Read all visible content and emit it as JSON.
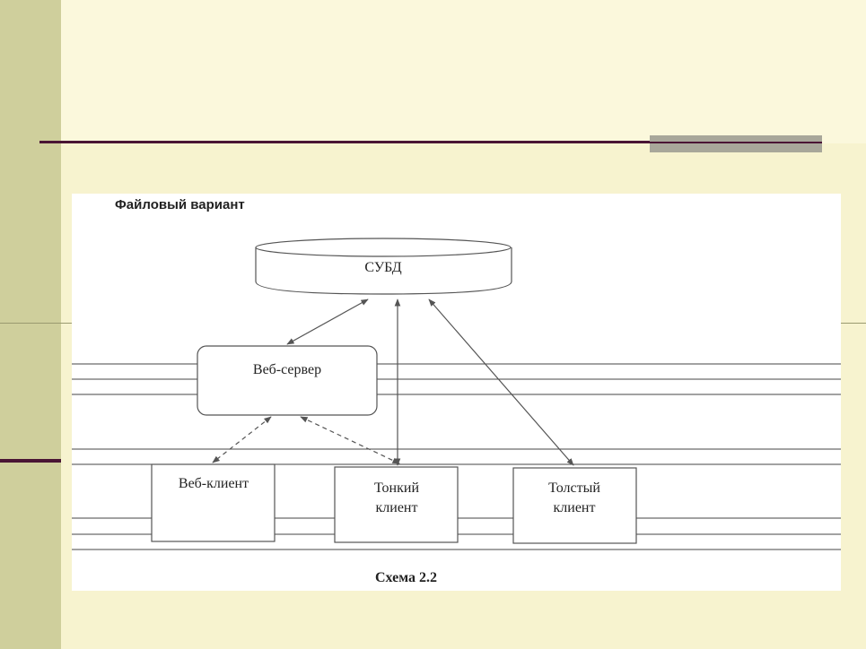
{
  "diagram": {
    "heading": "Файловый вариант",
    "caption": "Схема 2.2",
    "nodes": {
      "dbms": "СУБД",
      "web_server": "Веб-сервер",
      "web_client": "Веб-клиент",
      "thin_client": "Тонкий\nклиент",
      "thick_client": "Толстый\nклиент"
    },
    "edges": [
      {
        "from": "dbms",
        "to": "web_server",
        "style": "solid",
        "direction": "both"
      },
      {
        "from": "dbms",
        "to": "thin_client",
        "style": "solid",
        "direction": "both"
      },
      {
        "from": "dbms",
        "to": "thick_client",
        "style": "solid",
        "direction": "both"
      },
      {
        "from": "web_server",
        "to": "web_client",
        "style": "dashed",
        "direction": "both"
      },
      {
        "from": "web_server",
        "to": "thin_client",
        "style": "dashed",
        "direction": "both"
      }
    ]
  }
}
